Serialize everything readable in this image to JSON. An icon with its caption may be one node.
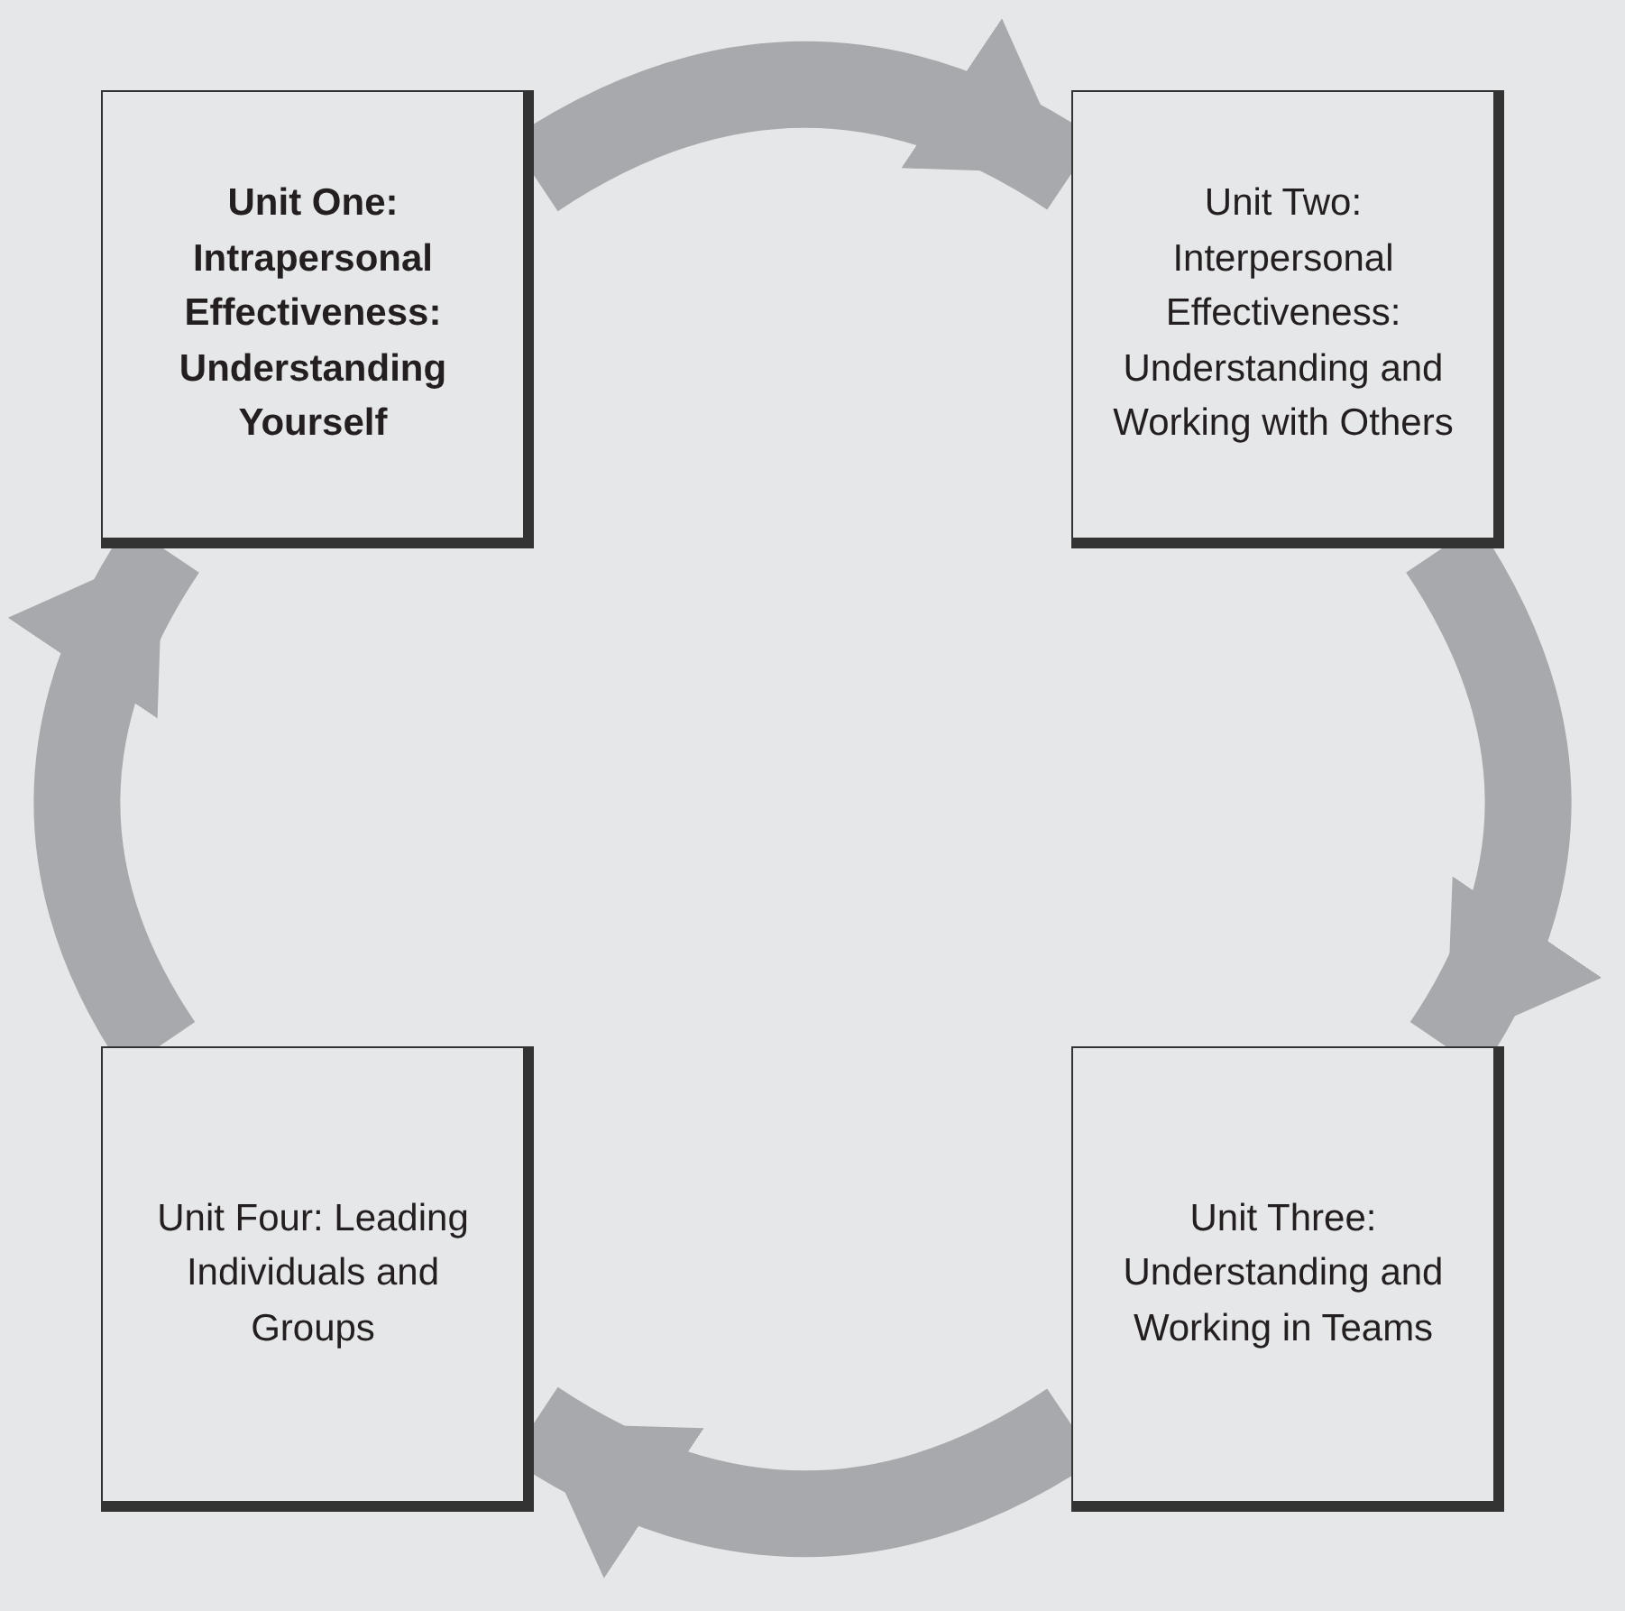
{
  "diagram": {
    "nodes": [
      {
        "text": [
          "Unit One: Intrapersonal Effectiveness: Understanding Yourself"
        ]
      },
      {
        "text": [
          "Unit Two: Interpersonal Effectiveness: Understanding and Working with Others"
        ]
      },
      {
        "text": [
          "Unit Three: Understanding and Working in Teams"
        ]
      },
      {
        "text": [
          "Unit Four: Leading Individuals and Groups"
        ]
      }
    ],
    "edges": [
      {
        "from": 0,
        "to": 1,
        "arrow": "to"
      },
      {
        "from": 1,
        "to": 2,
        "arrow": "to"
      },
      {
        "from": 2,
        "to": 3,
        "arrow": "to"
      },
      {
        "from": 3,
        "to": 0,
        "arrow": "to"
      }
    ]
  }
}
